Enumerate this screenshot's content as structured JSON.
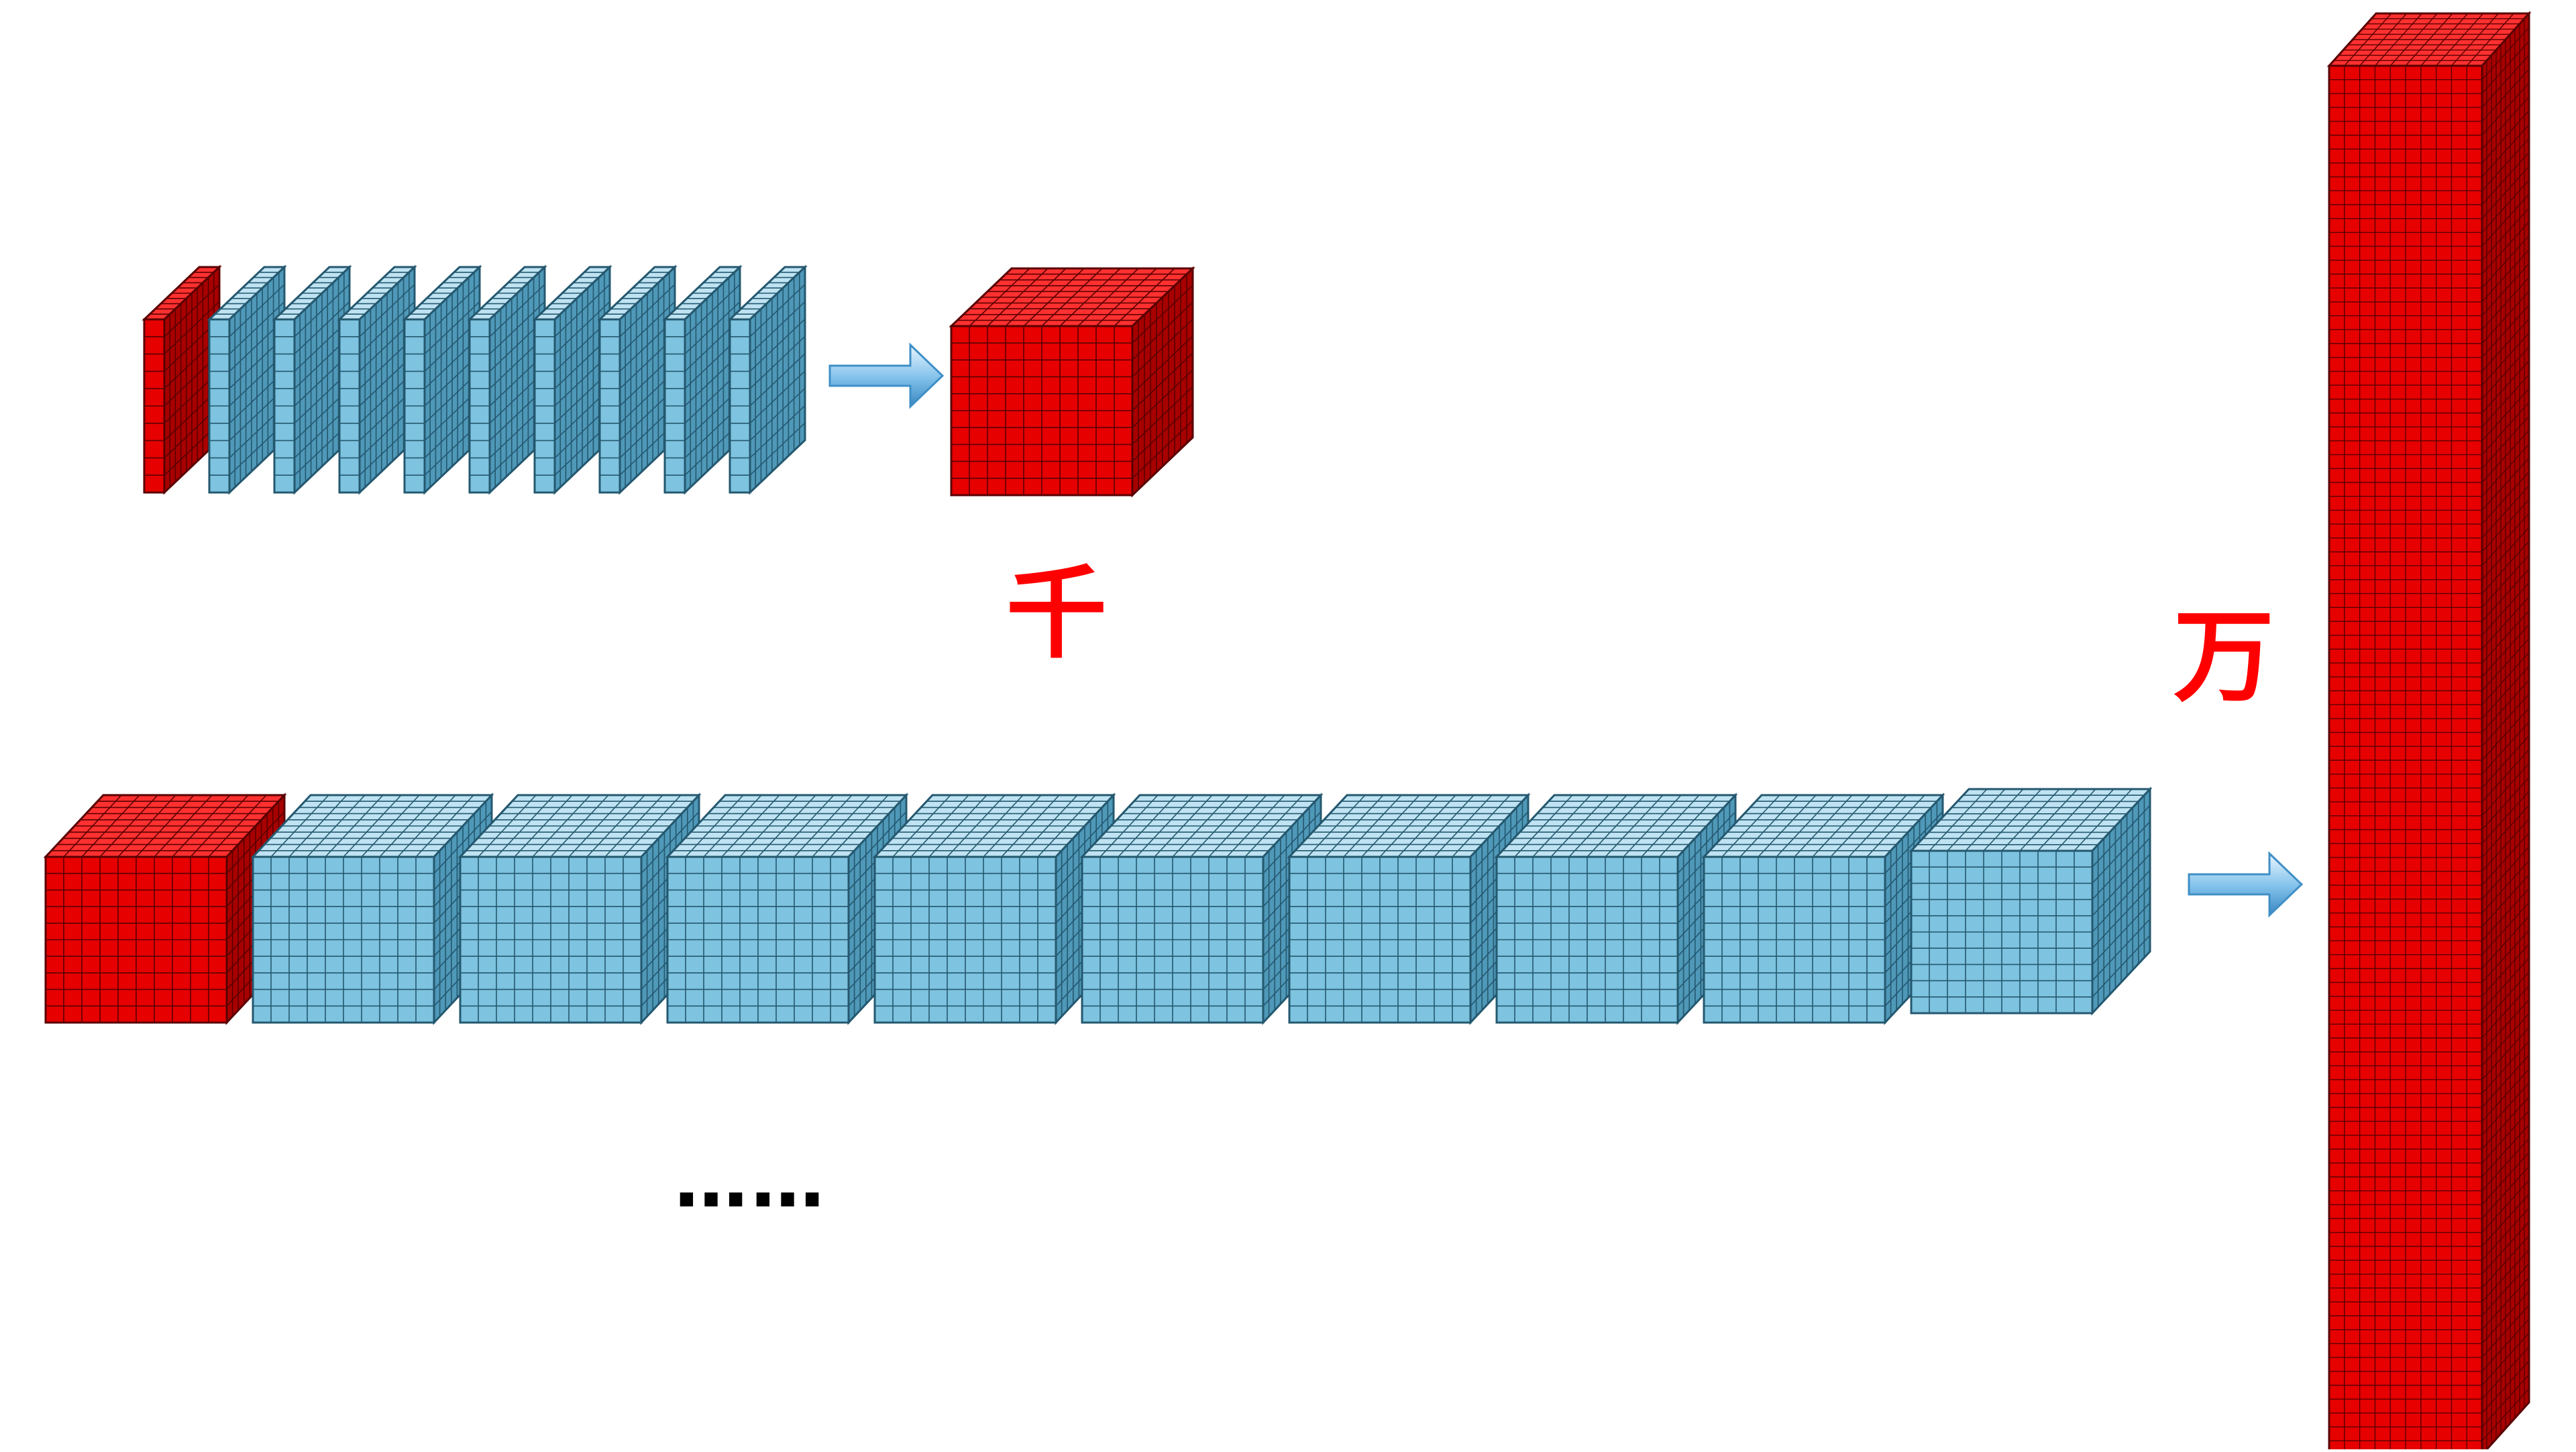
{
  "labels": {
    "thousand": "千",
    "ten_thousand": "万",
    "ellipsis": "……"
  },
  "structure": {
    "flats_per_thousand": 10,
    "cubes_per_ten_thousand": 10
  },
  "colors": {
    "red_front": "#e60000",
    "red_top": "#ff3030",
    "red_side": "#a80000",
    "red_grid": "#5a0000",
    "blue_front": "#7ec3df",
    "blue_top": "#bfe3f2",
    "blue_side": "#4f98b8",
    "blue_grid": "#24586f",
    "arrow": "#3f8fc6",
    "label": "#ff0000"
  }
}
